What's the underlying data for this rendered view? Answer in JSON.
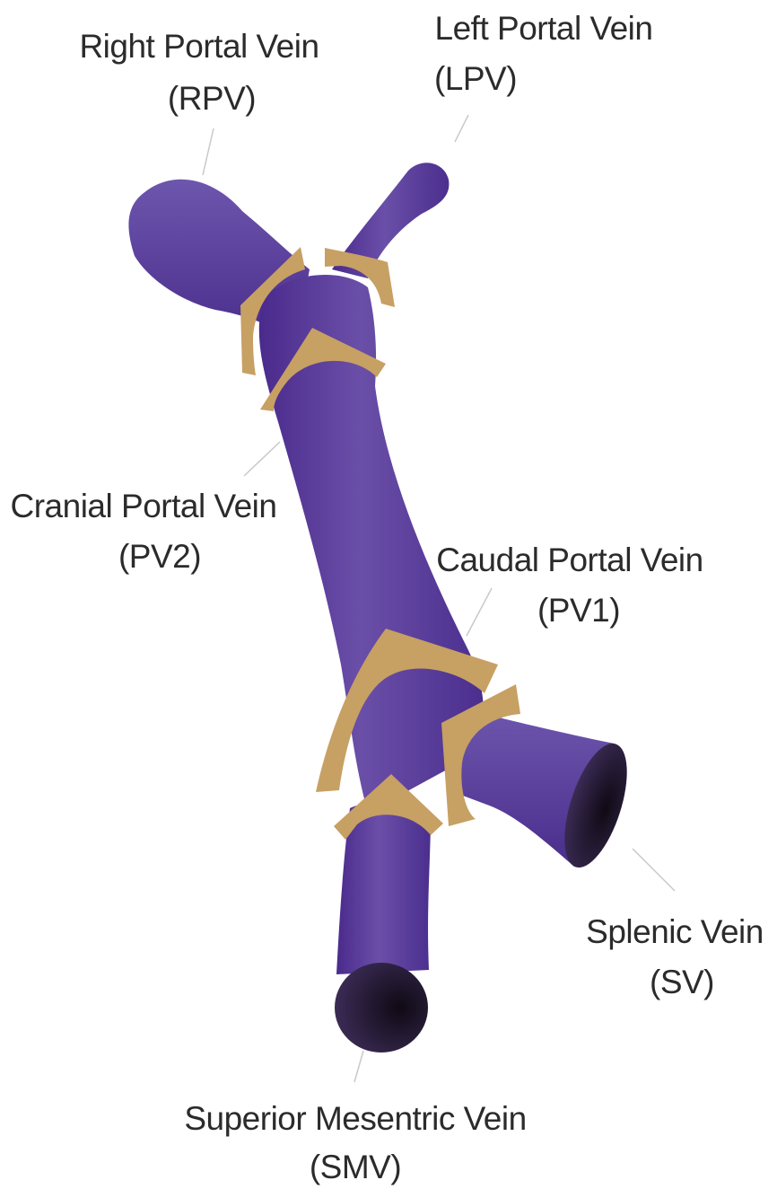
{
  "labels": {
    "rpv": {
      "name": "Right Portal Vein",
      "abbr": "(RPV)"
    },
    "lpv": {
      "name": "Left Portal Vein",
      "abbr": "(LPV)"
    },
    "pv2": {
      "name": "Cranial Portal Vein",
      "abbr": "(PV2)"
    },
    "pv1": {
      "name": "Caudal Portal Vein",
      "abbr": "(PV1)"
    },
    "sv": {
      "name": "Splenic Vein",
      "abbr": "(SV)"
    },
    "smv": {
      "name": "Superior Mesentric Vein",
      "abbr": "(SMV)"
    }
  },
  "colors": {
    "vein": "#5b3c9c",
    "vein_highlight": "#7a62b0",
    "cuff": "#c7a063",
    "lumen": "#2c1f3a",
    "text": "#2b2b2b"
  }
}
